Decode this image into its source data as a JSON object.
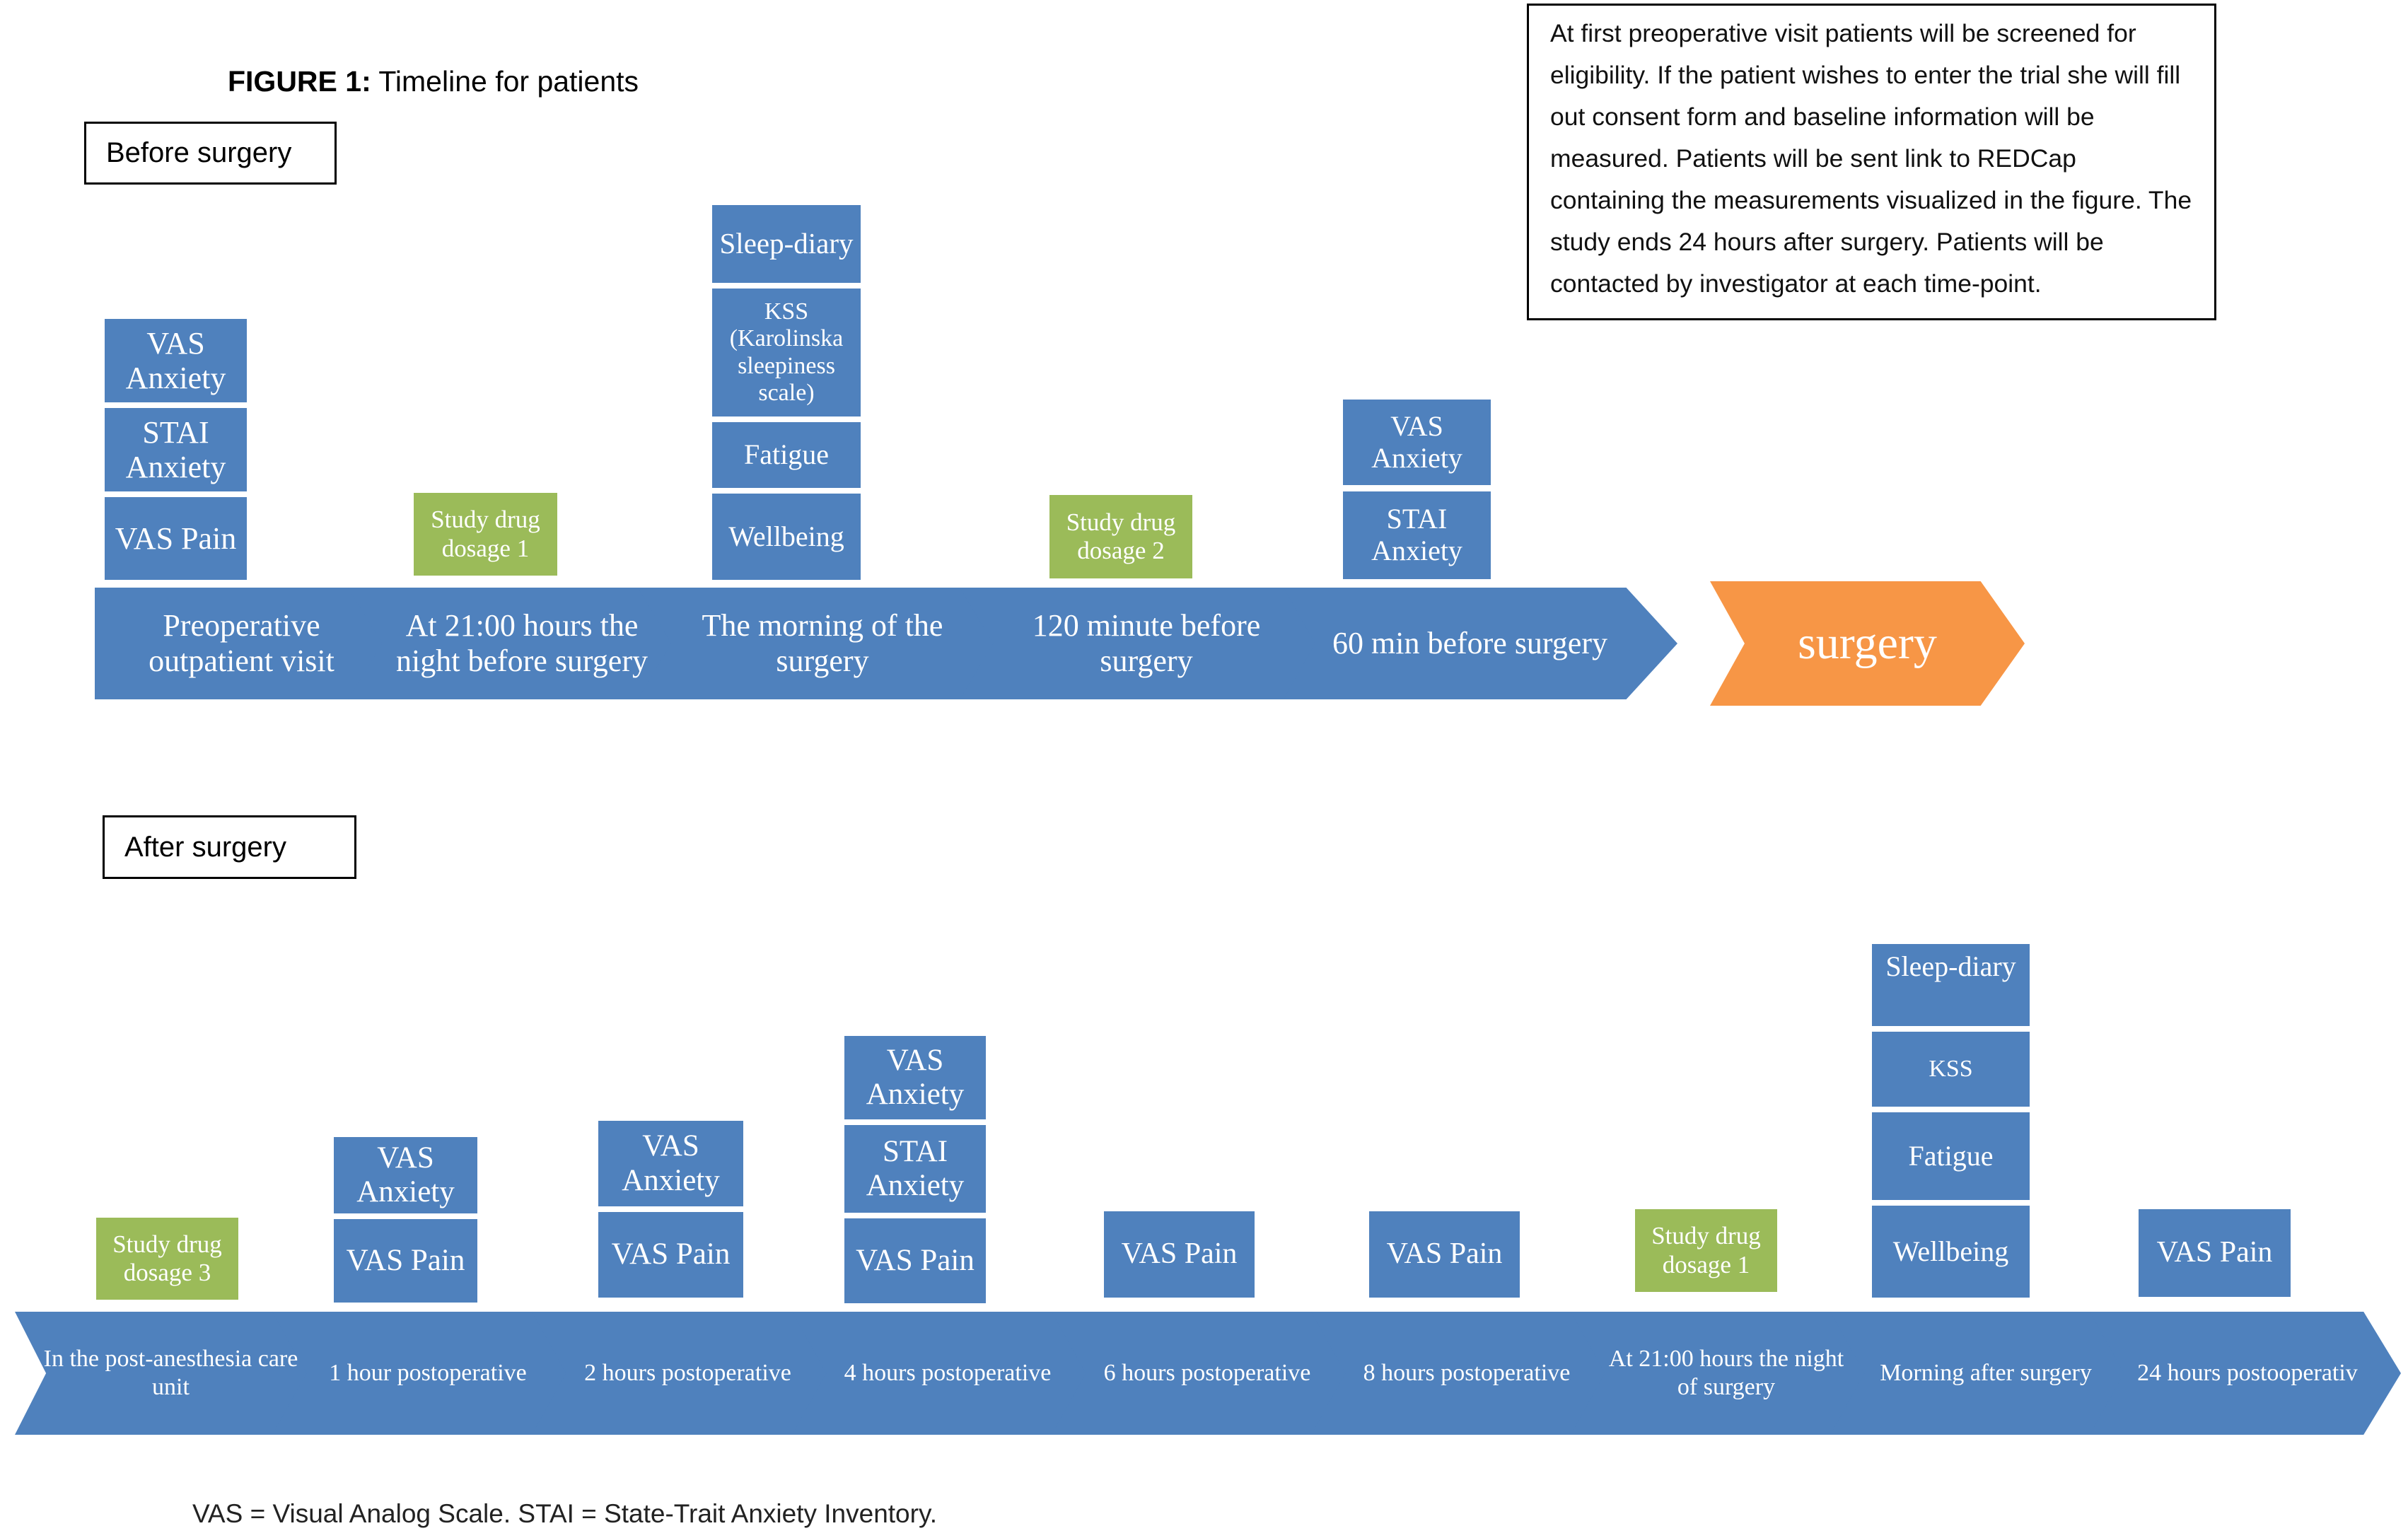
{
  "figure": {
    "title_bold": "FIGURE 1:",
    "title_rest": " Timeline for patients"
  },
  "note": "At first preoperative visit patients will be screened for eligibility. If the patient wishes to enter the trial she will fill out consent form and baseline information will be measured. Patients will be sent link to REDCap containing the measurements visualized in the figure. The study ends 24 hours after surgery. Patients will be contacted by investigator at each time-point.",
  "before": {
    "label": "Before surgery",
    "stages": [
      "Preoperative outpatient visit",
      "At 21:00 hours the night before surgery",
      "The morning of the surgery",
      "120 minute before surgery",
      "60 min before surgery"
    ],
    "surgery": "surgery",
    "measures": {
      "preop": [
        "VAS Anxiety",
        "STAI Anxiety",
        "VAS Pain"
      ],
      "night": [
        "Study drug dosage 1"
      ],
      "morning": [
        "Sleep-diary",
        "KSS (Karolinska sleepiness scale)",
        "Fatigue",
        "Wellbeing"
      ],
      "min120": [
        "Study drug dosage 2"
      ],
      "min60": [
        "VAS Anxiety",
        "STAI Anxiety"
      ]
    }
  },
  "after": {
    "label": "After surgery",
    "stages": [
      "In the post-anesthesia care unit",
      "1 hour postoperative",
      "2 hours postoperative",
      "4 hours postoperative",
      "6 hours postoperative",
      "8 hours postoperative",
      "At 21:00 hours the night of surgery",
      "Morning after surgery",
      "24 hours postooperativ"
    ],
    "measures": {
      "pacu": [
        "Study drug dosage 3"
      ],
      "h1": [
        "VAS Anxiety",
        "VAS Pain"
      ],
      "h2": [
        "VAS Anxiety",
        "VAS Pain"
      ],
      "h4": [
        "VAS Anxiety",
        "STAI Anxiety",
        "VAS Pain"
      ],
      "h6": [
        "VAS Pain"
      ],
      "h8": [
        "VAS Pain"
      ],
      "night": [
        "Study drug dosage 1"
      ],
      "morning": [
        "Sleep-diary",
        "KSS",
        "Fatigue",
        "Wellbeing"
      ],
      "h24": [
        "VAS Pain"
      ]
    }
  },
  "footnote": "VAS = Visual Analog Scale. STAI = State-Trait Anxiety Inventory.",
  "colors": {
    "stage_blue": "#4f81bd",
    "drug_green": "#9bbb59",
    "surgery_orange": "#f79646"
  }
}
